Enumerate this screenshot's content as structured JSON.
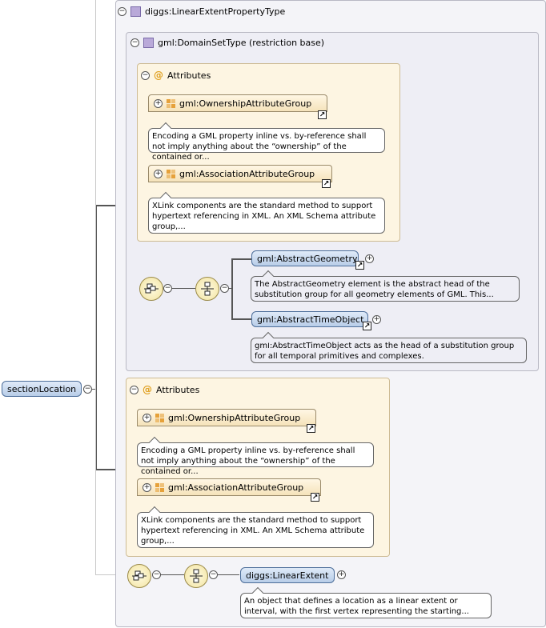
{
  "root_element": {
    "label": "sectionLocation"
  },
  "complex_type": {
    "label": "diggs:LinearExtentPropertyType"
  },
  "restriction": {
    "label": "gml:DomainSetType (restriction base)"
  },
  "attributes_1": {
    "label": "Attributes",
    "groups": [
      {
        "label": "gml:OwnershipAttributeGroup",
        "doc": "Encoding a GML property inline vs. by-reference shall not imply anything about the “ownership” of the contained or..."
      },
      {
        "label": "gml:AssociationAttributeGroup",
        "doc": "XLink components are the standard method to support hypertext referencing in XML. An XML Schema attribute group,..."
      }
    ]
  },
  "choice_1": {
    "elements": [
      {
        "label": "gml:AbstractGeometry",
        "doc": "The AbstractGeometry element is the abstract head of the substitution group for all geometry elements of GML. This..."
      },
      {
        "label": "gml:AbstractTimeObject",
        "doc": "gml:AbstractTimeObject acts as the head of a substitution group for all temporal primitives and complexes."
      }
    ]
  },
  "attributes_2": {
    "label": "Attributes",
    "groups": [
      {
        "label": "gml:OwnershipAttributeGroup",
        "doc": "Encoding a GML property inline vs. by-reference shall not imply anything about the “ownership” of the contained or..."
      },
      {
        "label": "gml:AssociationAttributeGroup",
        "doc": "XLink components are the standard method to support hypertext referencing in XML. An XML Schema attribute group,..."
      }
    ]
  },
  "choice_2": {
    "elements": [
      {
        "label": "diggs:LinearExtent",
        "doc": "An object that defines a location as a linear extent or interval, with the first vertex representing the starting..."
      }
    ]
  },
  "colors": {
    "element_fill": "#c9daf0",
    "attribute_fill": "#fdf5e2",
    "type_fill": "#eeeef5"
  }
}
